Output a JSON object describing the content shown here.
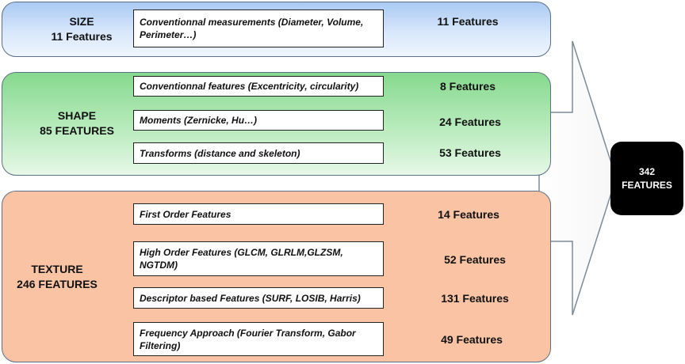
{
  "size": {
    "title_line1": "SIZE",
    "title_line2": "11 Features",
    "items": [
      {
        "label": "Conventionnal measurements (Diameter, Volume, Perimeter…)",
        "count": "11 Features"
      }
    ]
  },
  "shape": {
    "title_line1": "SHAPE",
    "title_line2": "85 FEATURES",
    "items": [
      {
        "label": "Conventionnal features (Excentricity, circularity)",
        "count": "8 Features"
      },
      {
        "label": "Moments (Zernicke, Hu…)",
        "count": "24 Features"
      },
      {
        "label": "Transforms (distance and skeleton)",
        "count": "53 Features"
      }
    ]
  },
  "texture": {
    "title_line1": "TEXTURE",
    "title_line2": "246 FEATURES",
    "items": [
      {
        "label": "First Order Features",
        "count": "14 Features"
      },
      {
        "label": "High Order Features (GLCM, GLRLM,GLZSM, NGTDM)",
        "count": "52 Features"
      },
      {
        "label": "Descriptor based Features (SURF, LOSIB, Harris)",
        "count": "131 Features"
      },
      {
        "label": "Frequency Approach (Fourier Transform, Gabor Filtering)",
        "count": "49 Features"
      }
    ]
  },
  "total": {
    "line1": "342",
    "line2": "FEATURES"
  },
  "colors": {
    "size_group": "#a9c9f3",
    "shape_group": "#86d98e",
    "texture_group": "#f9c3a4",
    "total_box": "#000000"
  }
}
